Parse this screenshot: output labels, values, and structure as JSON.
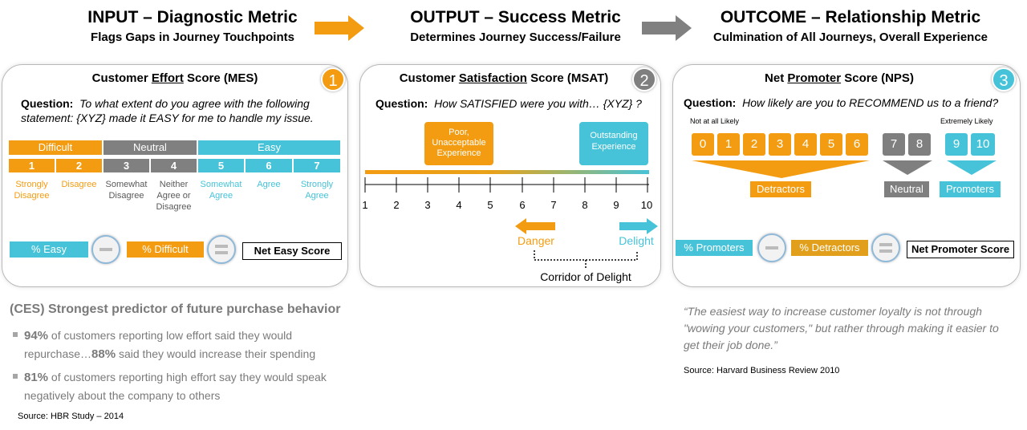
{
  "header": {
    "input_title": "INPUT – Diagnostic Metric",
    "input_sub": "Flags Gaps in Journey Touchpoints",
    "output_title": "OUTPUT – Success Metric",
    "output_sub": "Determines Journey Success/Failure",
    "outcome_title": "OUTCOME – Relationship Metric",
    "outcome_sub": "Culmination of All Journeys, Overall Experience"
  },
  "colors": {
    "orange": "#f39c12",
    "gray": "#7f7f7f",
    "cyan": "#46c3d8"
  },
  "mes": {
    "title_pre": "Customer ",
    "title_u": "Effort",
    "title_post": " Score (MES)",
    "badge": "1",
    "q_label": "Question:",
    "q_text": "To what extent do you agree with the following statement: {XYZ} made it EASY for me to handle my issue.",
    "groups": [
      "Difficult",
      "Neutral",
      "Easy"
    ],
    "numbers": [
      "1",
      "2",
      "3",
      "4",
      "5",
      "6",
      "7"
    ],
    "labels": [
      "Strongly Disagree",
      "Disagree",
      "Somewhat Disagree",
      "Neither Agree or Disagree",
      "Somewhat Agree",
      "Agree",
      "Strongly Agree"
    ],
    "pct_easy": "% Easy",
    "pct_difficult": "% Difficult",
    "net": "Net Easy Score"
  },
  "msat": {
    "title_pre": "Customer ",
    "title_u": "Satisfaction",
    "title_post": " Score (MSAT)",
    "badge": "2",
    "q_label": "Question:",
    "q_text": "How SATISFIED were you with… {XYZ} ?",
    "poor": "Poor, Unacceptable Experience",
    "outstanding": "Outstanding Experience",
    "ticks": [
      "1",
      "2",
      "3",
      "4",
      "5",
      "6",
      "7",
      "8",
      "9",
      "10"
    ],
    "danger": "Danger",
    "delight": "Delight",
    "corridor": "Corridor of Delight"
  },
  "nps": {
    "title_pre": "Net ",
    "title_u": "Promoter",
    "title_post": " Score (NPS)",
    "badge": "3",
    "q_label": "Question:",
    "q_text": "How likely are you to RECOMMEND us to a friend?",
    "not_likely": "Not at all Likely",
    "extremely_likely": "Extremely Likely",
    "detractor_nums": [
      "0",
      "1",
      "2",
      "3",
      "4",
      "5",
      "6"
    ],
    "neutral_nums": [
      "7",
      "8"
    ],
    "promoter_nums": [
      "9",
      "10"
    ],
    "detractors": "Detractors",
    "neutral": "Neutral",
    "promoters": "Promoters",
    "pct_promoters": "% Promoters",
    "pct_detractors": "% Detractors",
    "net": "Net Promoter Score"
  },
  "ces": {
    "heading": "(CES) Strongest predictor of future purchase behavior",
    "b1_num1": "94%",
    "b1_text1": " of customers reporting  low effort said they would repurchase…",
    "b1_num2": "88%",
    "b1_text2": " said they would increase their spending",
    "b2_num": "81%",
    "b2_text": " of customers reporting  high effort say they would speak negatively about the company to others",
    "source": "Source:  HBR Study – 2014"
  },
  "quote": {
    "text": "“The easiest way to increase customer loyalty is not through \"wowing your customers,\" but rather through making it easier to get their job done.”",
    "source": "Source:  Harvard Business Review 2010"
  }
}
